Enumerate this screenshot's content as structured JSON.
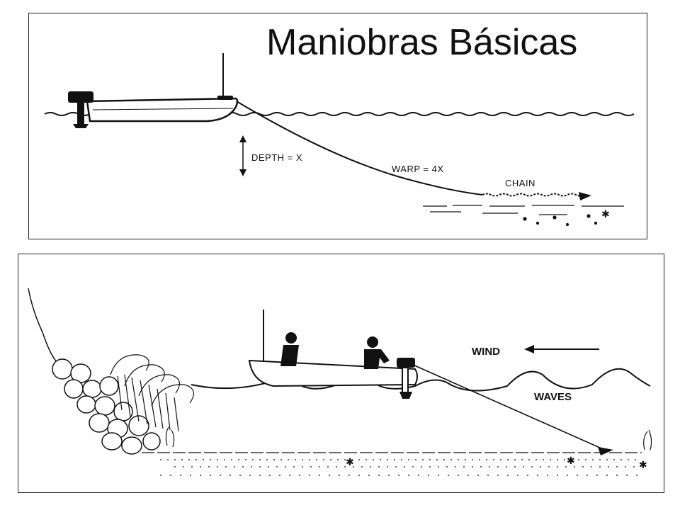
{
  "slide": {
    "title": "Maniobras Básicas"
  },
  "top_diagram": {
    "depth_label": "DEPTH = X",
    "warp_label": "WARP = 4X",
    "chain_label": "CHAIN"
  },
  "bottom_diagram": {
    "wind_label": "WIND",
    "waves_label": "WAVES"
  }
}
